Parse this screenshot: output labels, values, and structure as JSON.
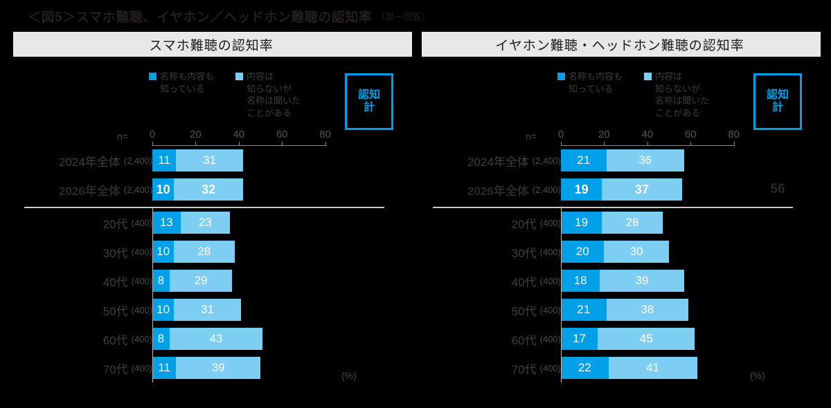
{
  "title": {
    "main": "＜図5＞スマホ難聴、イヤホン／ヘッドホン難聴の認知率",
    "sub": "（単一回答）"
  },
  "legend": {
    "item1": {
      "label": "名称も内容も\n知っている",
      "color": "#00a0e9"
    },
    "item2": {
      "label": "内容は\n知らないが\n名称は聞いた\nことがある",
      "color": "#7ecef4"
    }
  },
  "total_box": {
    "label": "認知\n計",
    "color": "#00a0e9"
  },
  "axis": {
    "n_label": "n=",
    "pct_label": "(%)",
    "ticks": [
      "0",
      "20",
      "40",
      "60",
      "80"
    ]
  },
  "panels": [
    {
      "header": "スマホ難聴の認知率",
      "chart_data": {
        "type": "bar",
        "title": "スマホ難聴の認知率",
        "xlabel": "(%)",
        "ylabel": "",
        "xlim": [
          0,
          80
        ],
        "grid": false,
        "legend_position": "top",
        "series": [
          {
            "name": "名称も内容も知っている",
            "color": "#00a0e9",
            "values": [
              11,
              10,
              13,
              10,
              8,
              10,
              8,
              11
            ]
          },
          {
            "name": "内容は知らないが名称は聞いたことがある",
            "color": "#7ecef4",
            "values": [
              31,
              32,
              23,
              28,
              29,
              31,
              43,
              39
            ]
          }
        ],
        "categories": [
          "2024年全体",
          "2026年全体",
          "20代",
          "30代",
          "40代",
          "50代",
          "60代",
          "70代"
        ],
        "totals": [
          "",
          "",
          "",
          "",
          "",
          "",
          "",
          ""
        ]
      },
      "rows": [
        {
          "label": "2024年全体",
          "n": "(2,400)",
          "bold": false,
          "dark": 11,
          "light": 31,
          "total": ""
        },
        {
          "label": "2026年全体",
          "n": "(2,400)",
          "bold": true,
          "dark": 10,
          "light": 32,
          "total": ""
        },
        {
          "label": "20代",
          "n": "(400)",
          "bold": false,
          "dark": 13,
          "light": 23,
          "total": ""
        },
        {
          "label": "30代",
          "n": "(400)",
          "bold": false,
          "dark": 10,
          "light": 28,
          "total": ""
        },
        {
          "label": "40代",
          "n": "(400)",
          "bold": false,
          "dark": 8,
          "light": 29,
          "total": ""
        },
        {
          "label": "50代",
          "n": "(400)",
          "bold": false,
          "dark": 10,
          "light": 31,
          "total": ""
        },
        {
          "label": "60代",
          "n": "(400)",
          "bold": false,
          "dark": 8,
          "light": 43,
          "total": ""
        },
        {
          "label": "70代",
          "n": "(400)",
          "bold": false,
          "dark": 11,
          "light": 39,
          "total": ""
        }
      ]
    },
    {
      "header": "イヤホン難聴・ヘッドホン難聴の認知率",
      "chart_data": {
        "type": "bar",
        "title": "イヤホン難聴・ヘッドホン難聴の認知率",
        "xlabel": "(%)",
        "ylabel": "",
        "xlim": [
          0,
          80
        ],
        "grid": false,
        "legend_position": "top",
        "series": [
          {
            "name": "名称も内容も知っている",
            "color": "#00a0e9",
            "values": [
              21,
              19,
              19,
              20,
              18,
              21,
              17,
              22
            ]
          },
          {
            "name": "内容は知らないが名称は聞いたことがある",
            "color": "#7ecef4",
            "values": [
              36,
              37,
              28,
              30,
              39,
              38,
              45,
              41
            ]
          }
        ],
        "categories": [
          "2024年全体",
          "2026年全体",
          "20代",
          "30代",
          "40代",
          "50代",
          "60代",
          "70代"
        ],
        "totals": [
          "",
          "56",
          "",
          "",
          "",
          "",
          "",
          ""
        ]
      },
      "rows": [
        {
          "label": "2024年全体",
          "n": "(2,400)",
          "bold": false,
          "dark": 21,
          "light": 36,
          "total": ""
        },
        {
          "label": "2026年全体",
          "n": "(2,400)",
          "bold": true,
          "dark": 19,
          "light": 37,
          "total": "56"
        },
        {
          "label": "20代",
          "n": "(400)",
          "bold": false,
          "dark": 19,
          "light": 28,
          "total": ""
        },
        {
          "label": "30代",
          "n": "(400)",
          "bold": false,
          "dark": 20,
          "light": 30,
          "total": ""
        },
        {
          "label": "40代",
          "n": "(400)",
          "bold": false,
          "dark": 18,
          "light": 39,
          "total": ""
        },
        {
          "label": "50代",
          "n": "(400)",
          "bold": false,
          "dark": 21,
          "light": 38,
          "total": ""
        },
        {
          "label": "60代",
          "n": "(400)",
          "bold": false,
          "dark": 17,
          "light": 45,
          "total": ""
        },
        {
          "label": "70代",
          "n": "(400)",
          "bold": false,
          "dark": 22,
          "light": 41,
          "total": ""
        }
      ]
    }
  ]
}
